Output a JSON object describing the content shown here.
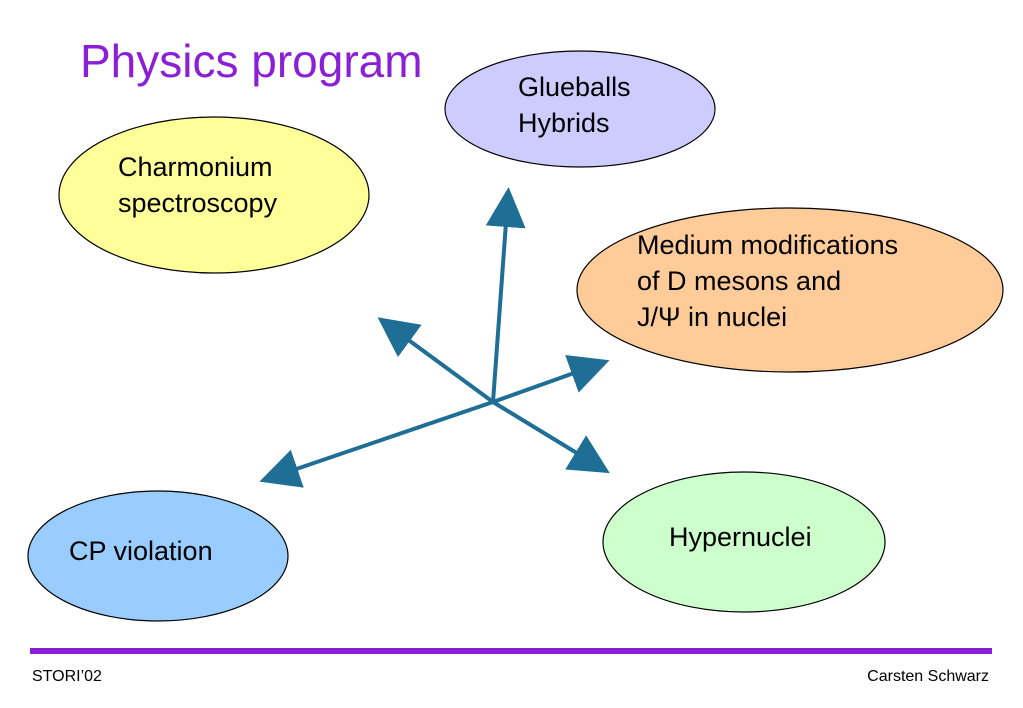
{
  "title": "Physics program",
  "nodes": {
    "glueballs": {
      "lines": [
        "Glueballs",
        "Hybrids"
      ],
      "fill": "#ccccff"
    },
    "charmonium": {
      "lines": [
        "Charmonium",
        "spectroscopy"
      ],
      "fill": "#ffff99"
    },
    "medium": {
      "lines": [
        "Medium modifications",
        "of D mesons and",
        "J/Ψ in nuclei"
      ],
      "fill": "#ffcc99"
    },
    "cp": {
      "lines": [
        "CP violation"
      ],
      "fill": "#99ccff"
    },
    "hypernuclei": {
      "lines": [
        "Hypernuclei"
      ],
      "fill": "#ccffcc"
    }
  },
  "colors": {
    "title": "#8b1fd6",
    "rule": "#8b1fd6",
    "arrow": "#1f6e96",
    "outline": "#000000"
  },
  "footer": {
    "left": "STORI’02",
    "right": "Carsten Schwarz"
  }
}
